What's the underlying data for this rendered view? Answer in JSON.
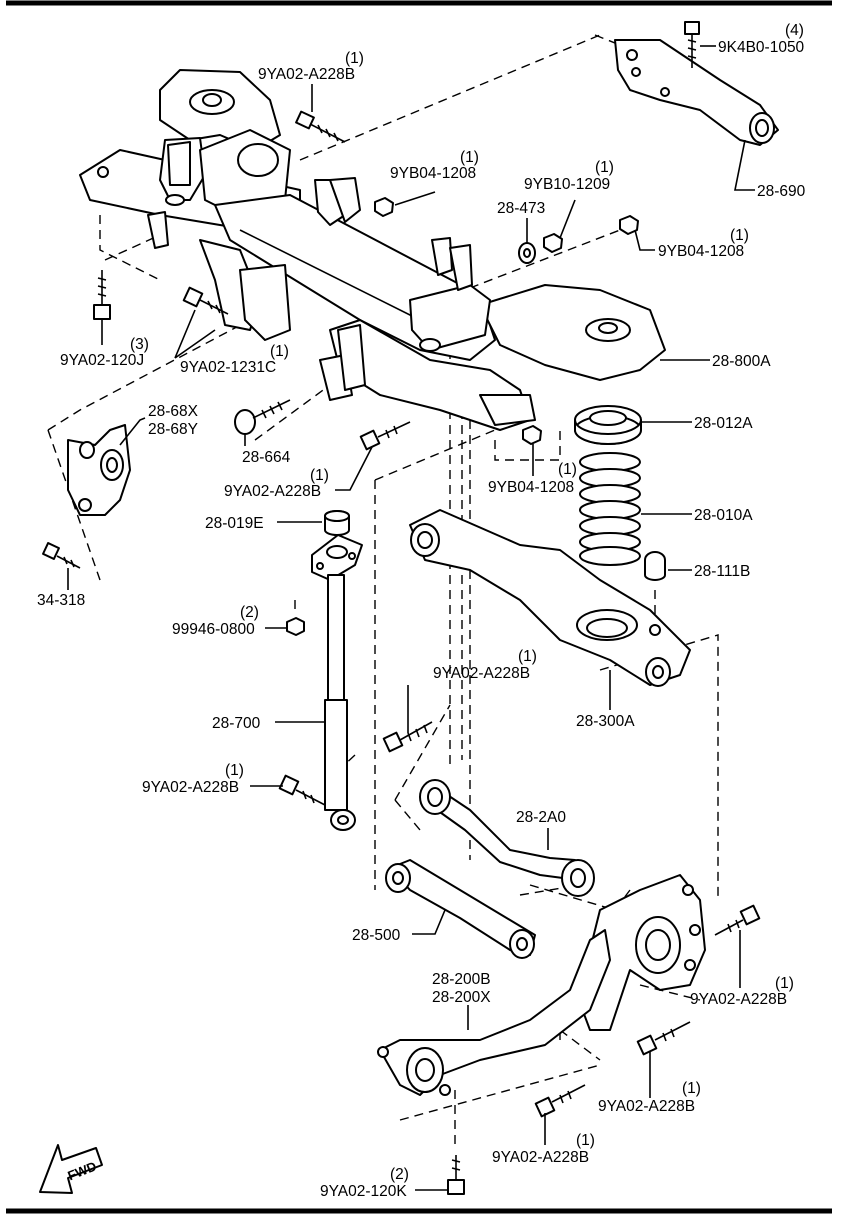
{
  "callouts": {
    "c1": {
      "part": "9K4B0-1050",
      "qty": "(4)"
    },
    "c2": {
      "part": "9YA02-A228B",
      "qty": "(1)"
    },
    "c3": {
      "part": "28-690",
      "qty": ""
    },
    "c4": {
      "part": "9YB04-1208",
      "qty": "(1)"
    },
    "c5": {
      "part": "9YB10-1209",
      "qty": "(1)"
    },
    "c6": {
      "part": "28-473",
      "qty": ""
    },
    "c7": {
      "part": "9YB04-1208",
      "qty": "(1)"
    },
    "c8": {
      "part": "9YA02-120J",
      "qty": "(3)"
    },
    "c9": {
      "part": "9YA02-1231C",
      "qty": "(1)"
    },
    "c10": {
      "part": "28-800A",
      "qty": ""
    },
    "c11": {
      "part": "28-68X",
      "qty": ""
    },
    "c12": {
      "part": "28-68Y",
      "qty": ""
    },
    "c13": {
      "part": "28-664",
      "qty": ""
    },
    "c14": {
      "part": "28-012A",
      "qty": ""
    },
    "c15": {
      "part": "9YA02-A228B",
      "qty": "(1)"
    },
    "c16": {
      "part": "9YB04-1208",
      "qty": "(1)"
    },
    "c17": {
      "part": "28-019E",
      "qty": ""
    },
    "c18": {
      "part": "28-010A",
      "qty": ""
    },
    "c19": {
      "part": "28-111B",
      "qty": ""
    },
    "c20": {
      "part": "34-318",
      "qty": ""
    },
    "c21": {
      "part": "99946-0800",
      "qty": "(2)"
    },
    "c22": {
      "part": "9YA02-A228B",
      "qty": "(1)"
    },
    "c23": {
      "part": "28-300A",
      "qty": ""
    },
    "c24": {
      "part": "28-700",
      "qty": ""
    },
    "c25": {
      "part": "9YA02-A228B",
      "qty": "(1)"
    },
    "c26": {
      "part": "28-2A0",
      "qty": ""
    },
    "c27": {
      "part": "28-500",
      "qty": ""
    },
    "c28": {
      "part": "28-200B",
      "qty": ""
    },
    "c29": {
      "part": "28-200X",
      "qty": ""
    },
    "c30": {
      "part": "9YA02-A228B",
      "qty": "(1)"
    },
    "c31": {
      "part": "9YA02-A228B",
      "qty": "(1)"
    },
    "c32": {
      "part": "9YA02-A228B",
      "qty": "(1)"
    },
    "c33": {
      "part": "9YA02-120K",
      "qty": "(2)"
    }
  },
  "fwd_label": "FWD"
}
